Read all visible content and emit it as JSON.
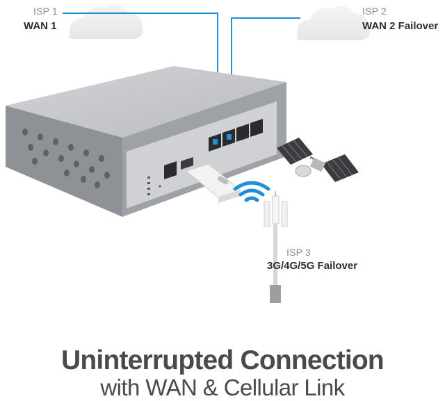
{
  "isp1": {
    "label": "ISP 1",
    "title": "WAN 1"
  },
  "isp2": {
    "label": "ISP 2",
    "title": "WAN 2 Failover"
  },
  "isp3": {
    "label": "ISP 3",
    "title": "3G/4G/5G Failover"
  },
  "headline": "Uninterrupted Connection",
  "subline": "with WAN & Cellular Link",
  "colors": {
    "wan_line": "#1e8fd8",
    "signal": "#1e8fd8",
    "router_body": "#8e9196",
    "router_top": "#c5c7ca",
    "text": "#4a4a4a"
  },
  "icons": [
    "cloud-icon",
    "satellite-icon",
    "cell-tower-icon",
    "usb-modem-icon",
    "router-icon"
  ]
}
